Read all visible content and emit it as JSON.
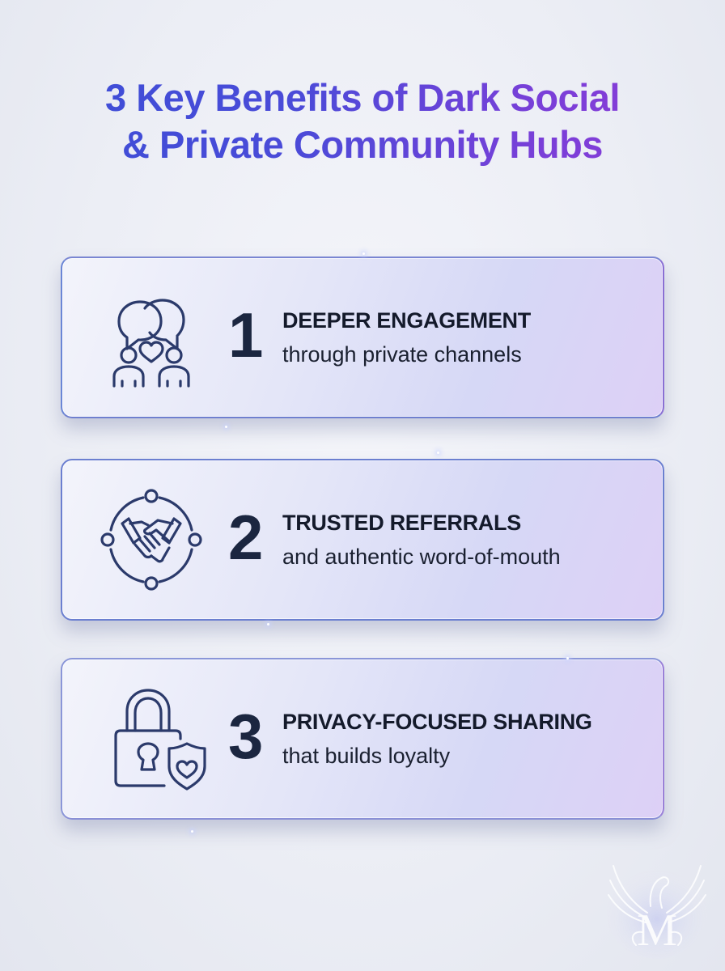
{
  "title": {
    "line1": "3 Key Benefits of Dark Social",
    "line2": "& Private Community Hubs"
  },
  "benefits": [
    {
      "number": "1",
      "heading": "DEEPER ENGAGEMENT",
      "subtext": "through private channels",
      "icon": "chat-bubbles-people-heart-icon"
    },
    {
      "number": "2",
      "heading": "TRUSTED REFERRALS",
      "subtext": "and authentic word-of-mouth",
      "icon": "handshake-network-icon"
    },
    {
      "number": "3",
      "heading": "PRIVACY-FOCUSED SHARING",
      "subtext": "that builds loyalty",
      "icon": "padlock-shield-heart-icon"
    }
  ],
  "logo": {
    "letter": "M",
    "icon": "phoenix-wings-logo"
  },
  "colors": {
    "title_gradient_start": "#3b4fd6",
    "title_gradient_end": "#8e3ad6",
    "icon_stroke": "#2b3a6b",
    "number_color": "#1b2640",
    "card_border": "#6b7fd0"
  }
}
